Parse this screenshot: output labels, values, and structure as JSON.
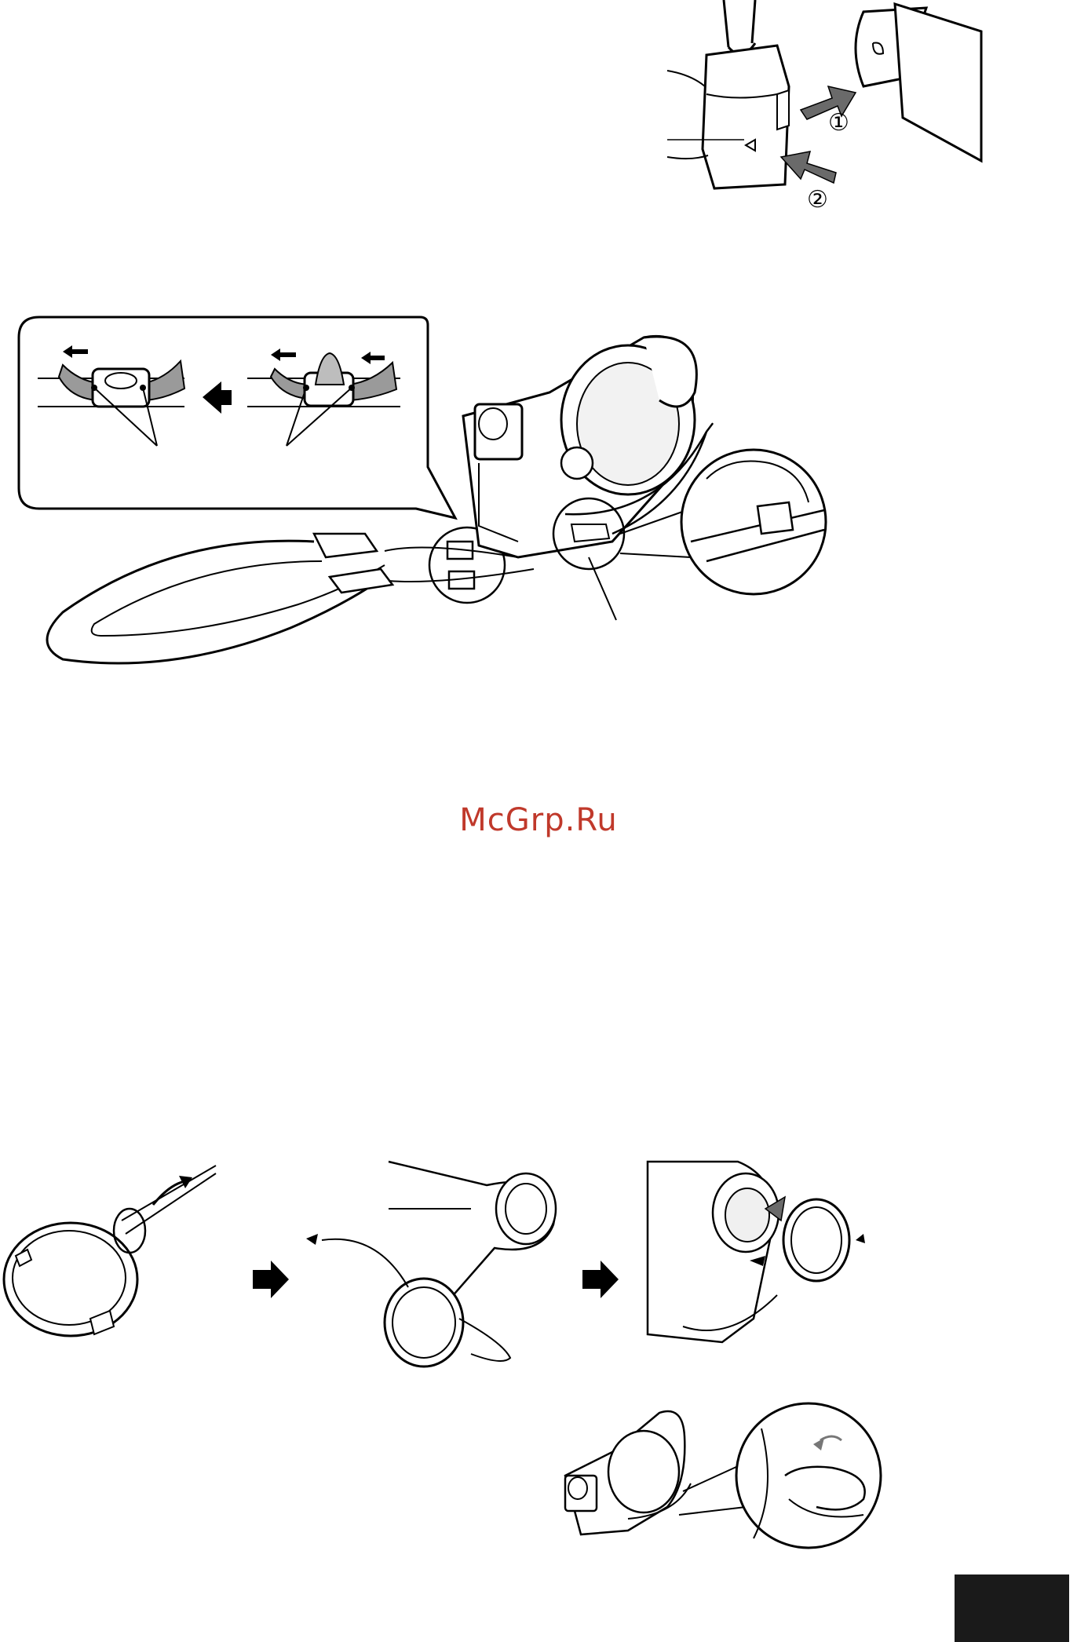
{
  "watermark": {
    "text": "McGrp.Ru",
    "color": "#c0392b"
  },
  "steps": {
    "step1": "①",
    "step2": "②"
  },
  "figures": [
    {
      "name": "battery-attach-figure"
    },
    {
      "name": "shoulder-strap-figure"
    },
    {
      "name": "lens-cap-strap-figure"
    },
    {
      "name": "lens-cap-attach-figure"
    }
  ],
  "icons": [
    "arrow-left-icon",
    "arrow-right-icon"
  ],
  "colors": {
    "line": "#000000",
    "shade": "#9a9a9a",
    "tab": "#1a1a1a"
  }
}
